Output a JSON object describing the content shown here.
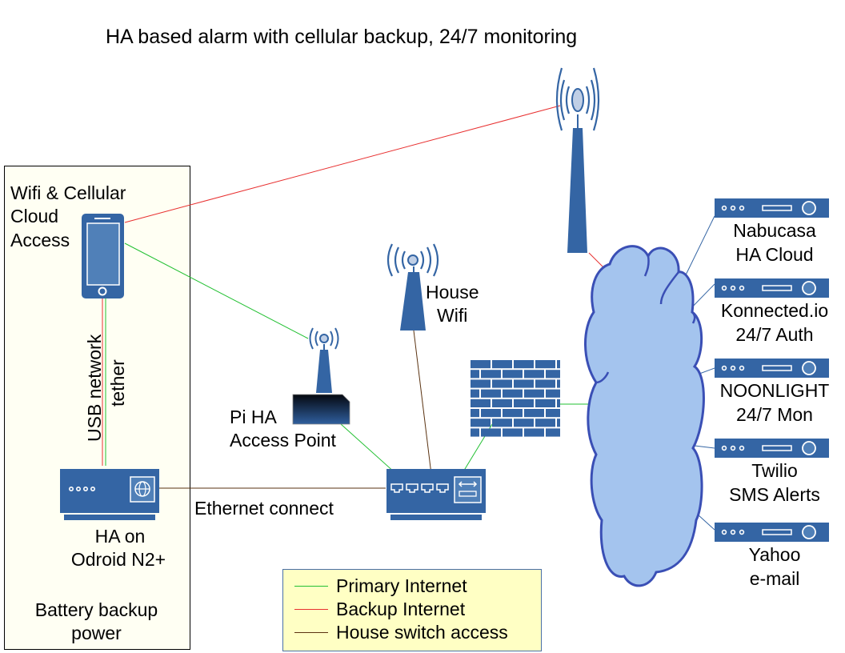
{
  "title": "HA based alarm with cellular backup, 24/7 monitoring",
  "colors": {
    "primary_internet": "#22c032",
    "backup_internet": "#e83030",
    "house_switch": "#5a3210",
    "device_blue": "#3465a4",
    "cloud_fill": "#a4c4ee",
    "cloud_stroke": "#3a4fb5",
    "zone_fill": "#fffff3",
    "legend_fill": "#ffffc4"
  },
  "zone": {
    "phone_label": [
      "Wifi & Cellular",
      "Cloud",
      "Access"
    ],
    "tether_label": [
      "USB network",
      "tether"
    ],
    "ha_label": [
      "HA on",
      "Odroid N2+"
    ],
    "power_label": [
      "Battery backup",
      "power"
    ]
  },
  "devices": {
    "pi_ap_label": [
      "Pi HA",
      "Access Point"
    ],
    "house_wifi_label": [
      "House",
      "Wifi"
    ],
    "ethernet_label": "Ethernet connect"
  },
  "icons": {
    "phone": "smartphone-icon",
    "ha_device": "home-server-icon",
    "pi_ap": "wireless-access-point-icon",
    "house_wifi": "wifi-tower-icon",
    "cell_tower": "cell-tower-icon",
    "switch": "network-switch-icon",
    "firewall": "firewall-icon",
    "cloud": "internet-cloud-icon",
    "server": "server-rack-icon"
  },
  "services": [
    {
      "line1": "Nabucasa",
      "line2": "HA Cloud"
    },
    {
      "line1": "Konnected.io",
      "line2": "24/7 Auth"
    },
    {
      "line1": "NOONLIGHT",
      "line2": "24/7 Mon"
    },
    {
      "line1": "Twilio",
      "line2": "SMS Alerts"
    },
    {
      "line1": "Yahoo",
      "line2": "e-mail"
    }
  ],
  "legend": [
    {
      "label": "Primary Internet",
      "color": "#22c032"
    },
    {
      "label": "Backup Internet",
      "color": "#e83030"
    },
    {
      "label": "House switch access",
      "color": "#5a3210"
    }
  ]
}
